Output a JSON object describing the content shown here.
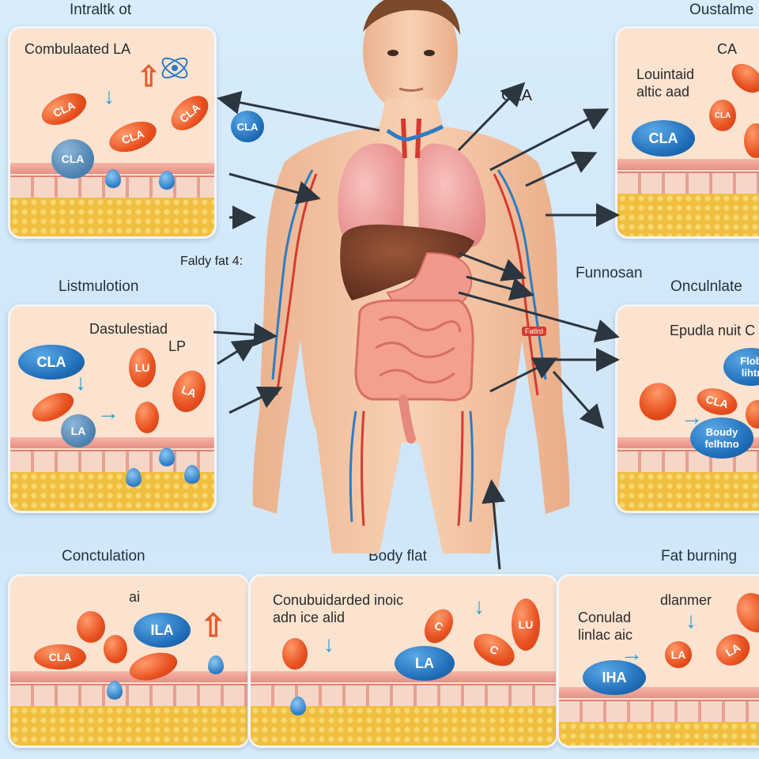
{
  "headings": {
    "top_left": "Intraltk ot",
    "top_right": "Oustalme",
    "mid_left": "Listmulotion",
    "mid_right": "Onculnlate",
    "bot_left": "Conctulation",
    "bot_mid": "Body flat",
    "bot_right": "Fat burning",
    "funnel": "Funnosan"
  },
  "body_labels": {
    "cla": "CLA",
    "faldy_fat": "Faldy fat 4:",
    "small_red_tag": "Fatlrd"
  },
  "panels": {
    "p1": {
      "title": "Combulaated LA",
      "pills": [
        "CLA",
        "CLA",
        "CLA"
      ],
      "blue_pill": "CLA"
    },
    "p2": {
      "line1": "Louintaid",
      "line2": "altic aad",
      "ca": "CA",
      "blue_pill": "CLA",
      "pill_small": "CLA"
    },
    "p3": {
      "title": "Dastulestiad",
      "sub": "LP",
      "blue_pill": "CLA",
      "blue_small": "LA",
      "pill_a": "LU",
      "pill_b": "LA"
    },
    "p4": {
      "title": "Epudla nuit C",
      "blue_top_1": "Flob",
      "blue_top_2": "lihtr",
      "blue_mid_1": "Boudy",
      "blue_mid_2": "felhtno",
      "pill_a": "CLA"
    },
    "p5": {
      "tag": "ai",
      "blue_pill": "ILA",
      "pill_a": "CLA"
    },
    "p6": {
      "line1": "Conubuidarded inoic",
      "line2": "adn ice alid",
      "blue_pill": "LA",
      "pill_a": "C",
      "pill_b": "LU",
      "pill_c": "C"
    },
    "p7": {
      "line1": "Conulad",
      "line2": "linlac aic",
      "top": "dlanmer",
      "blue_pill": "IHA",
      "pill_a": "LA",
      "pill_b": "LA"
    }
  },
  "colors": {
    "background": "#d3e9f9",
    "panel": "#fbe3cf",
    "pill_orange": "#e8501f",
    "pill_blue": "#1f6db8",
    "arrow_dark": "#2c3640",
    "vein_blue": "#2f7cc4",
    "artery_red": "#d63a2e",
    "lung": "#f2a1a0",
    "liver": "#7a3f2a",
    "skin": "#f6c9a8"
  }
}
